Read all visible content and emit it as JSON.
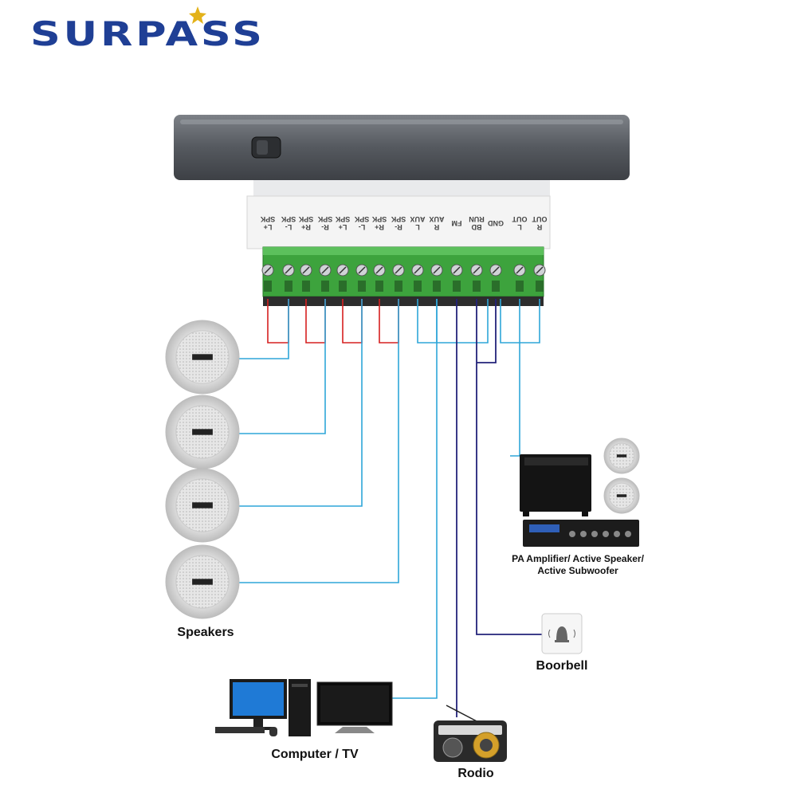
{
  "brand": {
    "logo": "SURPASS"
  },
  "terminals": [
    {
      "top": "SPK",
      "bottom": "L+"
    },
    {
      "top": "SPK",
      "bottom": "L-"
    },
    {
      "top": "SPK",
      "bottom": "R+"
    },
    {
      "top": "SPK",
      "bottom": "R-"
    },
    {
      "top": "SPK",
      "bottom": "L+"
    },
    {
      "top": "SPK",
      "bottom": "L-"
    },
    {
      "top": "SPK",
      "bottom": "R+"
    },
    {
      "top": "SPK",
      "bottom": "R-"
    },
    {
      "top": "AUX",
      "bottom": "L"
    },
    {
      "top": "AUX",
      "bottom": "R"
    },
    {
      "top": "FM",
      "bottom": ""
    },
    {
      "top": "RUN",
      "bottom": "BD"
    },
    {
      "top": "GND",
      "bottom": ""
    },
    {
      "top": "OUT",
      "bottom": "L"
    },
    {
      "top": "OUT",
      "bottom": "R"
    }
  ],
  "captions": {
    "speakers": "Speakers",
    "computer_tv": "Computer / TV",
    "radio": "Rodio",
    "doorbell": "Boorbell",
    "amplifier_line1": "PA Amplifier/ Active Speaker/",
    "amplifier_line2": "Active Subwoofer"
  },
  "colors": {
    "brand": "#1f3f95",
    "wire_red": "#d62020",
    "wire_cyan": "#2fa6d9",
    "wire_navy": "#23237a",
    "terminal_green": "#3da33d"
  }
}
